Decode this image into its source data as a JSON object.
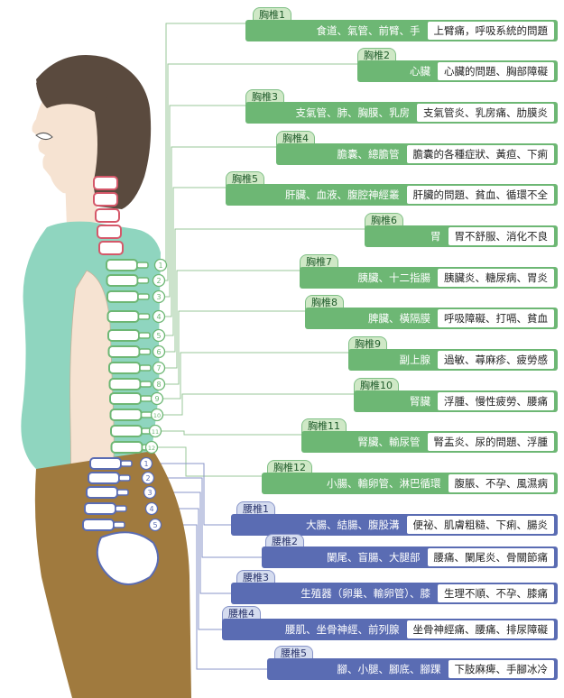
{
  "colors": {
    "thoracic": "#6db774",
    "lumbar": "#5a6cb3",
    "skin": "#f6e3d2",
    "shirt": "#8fd5bf",
    "hair": "#5a4a3e",
    "pants": "#a07a3e"
  },
  "vertebra_numbers": {
    "thoracic": [
      "1",
      "2",
      "3",
      "4",
      "5",
      "6",
      "7",
      "8",
      "9",
      "10",
      "11",
      "12"
    ],
    "lumbar": [
      "1",
      "2",
      "3",
      "4",
      "5"
    ]
  },
  "entries": [
    {
      "section": "thoracic",
      "name": "胸椎1",
      "parts": "食道、氣管、前臂、手",
      "symptoms": "上臂痛，呼吸系統的問題"
    },
    {
      "section": "thoracic",
      "name": "胸椎2",
      "parts": "心臟",
      "symptoms": "心臟的問題、胸部障礙"
    },
    {
      "section": "thoracic",
      "name": "胸椎3",
      "parts": "支氣管、肺、胸膜、乳房",
      "symptoms": "支氣管炎、乳房痛、肋膜炎"
    },
    {
      "section": "thoracic",
      "name": "胸椎4",
      "parts": "膽囊、總膽管",
      "symptoms": "膽囊的各種症狀、黃疸、下痢"
    },
    {
      "section": "thoracic",
      "name": "胸椎5",
      "parts": "肝臟、血液、腹腔神經叢",
      "symptoms": "肝臟的問題、貧血、循環不全"
    },
    {
      "section": "thoracic",
      "name": "胸椎6",
      "parts": "胃",
      "symptoms": "胃不舒服、消化不良"
    },
    {
      "section": "thoracic",
      "name": "胸椎7",
      "parts": "胰臟、十二指腸",
      "symptoms": "胰臟炎、糖尿病、胃炎"
    },
    {
      "section": "thoracic",
      "name": "胸椎8",
      "parts": "脾臟、橫隔膜",
      "symptoms": "呼吸障礙、打嗝、貧血"
    },
    {
      "section": "thoracic",
      "name": "胸椎9",
      "parts": "副上腺",
      "symptoms": "過敏、蕁麻疹、疲勞感"
    },
    {
      "section": "thoracic",
      "name": "胸椎10",
      "parts": "腎臟",
      "symptoms": "浮腫、慢性疲勞、腰痛"
    },
    {
      "section": "thoracic",
      "name": "胸椎11",
      "parts": "腎臟、輸尿管",
      "symptoms": "腎盂炎、尿的問題、浮腫"
    },
    {
      "section": "thoracic",
      "name": "胸椎12",
      "parts": "小腸、輸卵管、淋巴循環",
      "symptoms": "腹脹、不孕、風濕病"
    },
    {
      "section": "lumbar",
      "name": "腰椎1",
      "parts": "大腸、結腸、腹股溝",
      "symptoms": "便祕、肌膚粗糙、下痢、腸炎"
    },
    {
      "section": "lumbar",
      "name": "腰椎2",
      "parts": "闌尾、盲腸、大腿部",
      "symptoms": "腰痛、闌尾炎、骨關節痛"
    },
    {
      "section": "lumbar",
      "name": "腰椎3",
      "parts": "生殖器（卵巢、輸卵管）、膝",
      "symptoms": "生理不順、不孕、膝痛"
    },
    {
      "section": "lumbar",
      "name": "腰椎4",
      "parts": "腰肌、坐骨神經、前列腺",
      "symptoms": "坐骨神經痛、腰痛、排尿障礙"
    },
    {
      "section": "lumbar",
      "name": "腰椎5",
      "parts": "腳、小腿、腳底、腳踝",
      "symptoms": "下肢麻痺、手腳冰冷"
    }
  ]
}
